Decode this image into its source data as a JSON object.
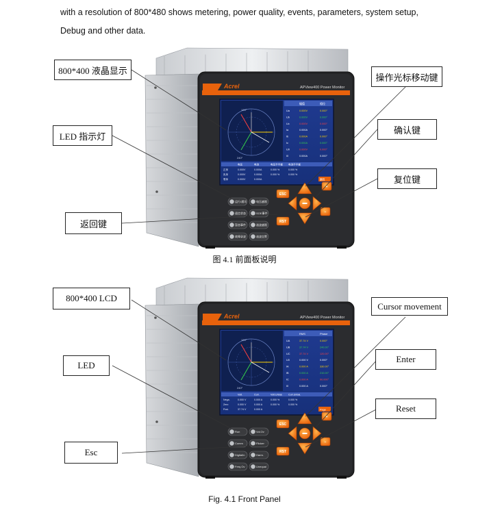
{
  "intro_text": "with a resolution of 800*480 shows metering, power quality, events, parameters, system setup, Debug and other data.",
  "figures": [
    {
      "caption": "图 4.1 前面板说明",
      "callouts": {
        "lcd": "800*400 液晶显示",
        "cursor": "操作光标移动键",
        "led": "LED 指示灯",
        "enter": "确认键",
        "reset": "复位键",
        "esc": "返回键"
      },
      "device": {
        "brand": "Acrel",
        "model": "APView400 Power Monitor",
        "keys": {
          "esc": "ESC",
          "rst": "RST",
          "plus": "+",
          "minus": "−"
        },
        "led_labels": [
          "运行/通讯",
          "电压越限",
          "遥信状态",
          "SOE事件",
          "暂态事件",
          "谐波越限",
          "故障录波",
          "谐波告警"
        ],
        "lcd": {
          "angle_top": "120°",
          "angle_bottom": "240°",
          "table_header": [
            "",
            "幅值",
            "相位"
          ],
          "table_rows": [
            [
              "Ua",
              "0.000V",
              "0.000°"
            ],
            [
              "Ub",
              "0.000V",
              "0.000°"
            ],
            [
              "Uc",
              "0.000V",
              "0.000°"
            ],
            [
              "Ia",
              "0.000A",
              "0.000°"
            ],
            [
              "Ib",
              "0.000A",
              "0.000°"
            ],
            [
              "Ic",
              "0.000A",
              "0.000°"
            ],
            [
              "U0",
              "0.000V",
              "0.000°"
            ],
            [
              "I0",
              "0.000A",
              "0.000°"
            ]
          ],
          "bottom_header": [
            "",
            "电压",
            "电流",
            "电压不平衡",
            "电流不平衡"
          ],
          "bottom_rows": [
            [
              "正序",
              "0.000V",
              "0.000A",
              "0.000 %",
              "0.000 %"
            ],
            [
              "负序",
              "0.000V",
              "0.000A",
              "0.000 %",
              "0.000 %"
            ],
            [
              "零序",
              "0.000V",
              "0.000A",
              "",
              ""
            ]
          ],
          "nav": "翻页"
        }
      }
    },
    {
      "caption": "Fig. 4.1 Front Panel",
      "callouts": {
        "lcd": "800*400 LCD",
        "cursor": "Cursor movement",
        "led": "LED",
        "enter": "Enter",
        "reset": "Reset",
        "esc": "Esc"
      },
      "device": {
        "brand": "Acrel",
        "model": "APView400 Power Monitor",
        "keys": {
          "esc": "ESC",
          "rst": "RST",
          "plus": "+",
          "minus": "−"
        },
        "led_labels": [
          "Run",
          "Vol.Ov",
          "Comm",
          "Flicker",
          "DigitalIn",
          "Harm.",
          "Freq.Ov",
          "Unequal"
        ],
        "lcd": {
          "angle_top": "120°",
          "angle_bottom": "240°",
          "table_header": [
            "",
            "RMS",
            "Phase"
          ],
          "table_rows": [
            [
              "UA",
              "37.74 V",
              "0.000°"
            ],
            [
              "UB",
              "37.74 V",
              "240.00°"
            ],
            [
              "UC",
              "37.74 V",
              "120.00°"
            ],
            [
              "U0",
              "0.000 V",
              "0.000°"
            ],
            [
              "IA",
              "0.000 A",
              "330.00°"
            ],
            [
              "IB",
              "0.000 A",
              "210.00°"
            ],
            [
              "IC",
              "0.000 A",
              "90.000°"
            ],
            [
              "I0",
              "0.000 A",
              "0.000°"
            ]
          ],
          "bottom_header": [
            "",
            "Volt.",
            "Curr.",
            "Volt.Unbal.",
            "Curr.Unbal."
          ],
          "bottom_rows": [
            [
              "Nega.",
              "0.000 V",
              "0.000 A",
              "0.000 %",
              "0.000 %"
            ],
            [
              "Zero",
              "0.000 V",
              "0.000 A",
              "0.000 %",
              "0.000 %"
            ],
            [
              "Posi.",
              "37.74 V",
              "0.000 A",
              "",
              ""
            ]
          ],
          "nav": "Page"
        }
      }
    }
  ]
}
